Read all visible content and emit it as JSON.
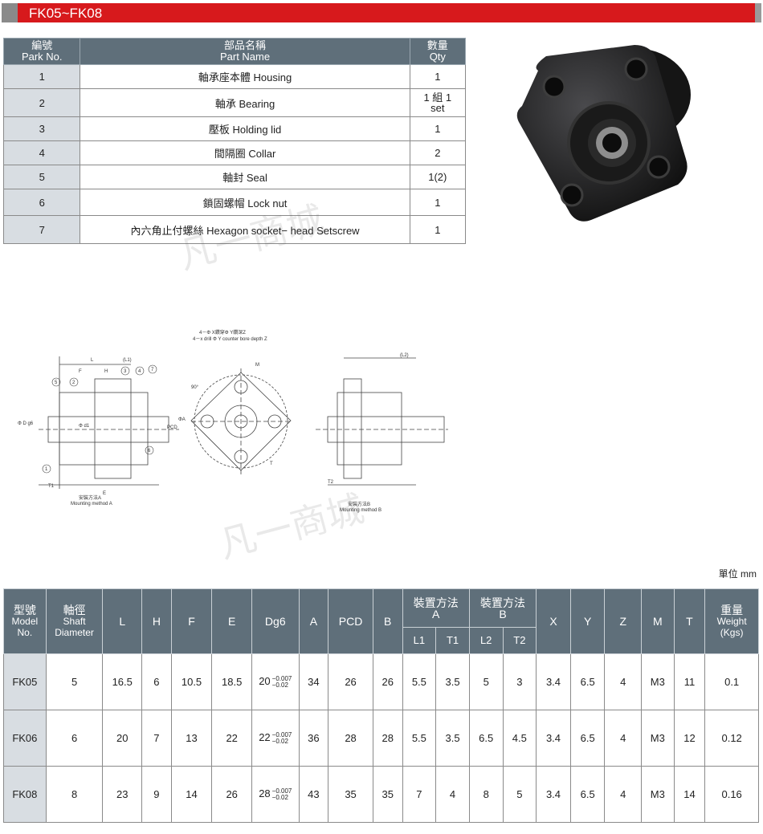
{
  "header": {
    "title": "FK05~FK08"
  },
  "parts_table": {
    "headers": {
      "no_zh": "編號",
      "no_en": "Park No.",
      "name_zh": "部品名稱",
      "name_en": "Part Name",
      "qty_zh": "數量",
      "qty_en": "Qty"
    },
    "rows": [
      {
        "no": "1",
        "name": "軸承座本體 Housing",
        "qty": "1"
      },
      {
        "no": "2",
        "name": "軸承 Bearing",
        "qty": "1 組 1 set"
      },
      {
        "no": "3",
        "name": "壓板 Holding lid",
        "qty": "1"
      },
      {
        "no": "4",
        "name": "間隔圈 Collar",
        "qty": "2"
      },
      {
        "no": "5",
        "name": "軸封 Seal",
        "qty": "1(2)"
      },
      {
        "no": "6",
        "name": "鎖固螺帽 Lock nut",
        "qty": "1"
      },
      {
        "no": "7",
        "name": "內六角止付螺絲 Hexagon socket− head Setscrew",
        "qty": "1"
      }
    ]
  },
  "drawing": {
    "hole_note_zh": "4－Φ X鑽穿Φ Y鑽深Z",
    "hole_note_en": "4－x drill Φ Y counter bore depth Z",
    "method_a_zh": "安裝方法A",
    "method_a_en": "Mounting method A",
    "method_b_zh": "安裝方法B",
    "method_b_en": "Mounting method B",
    "labels": [
      "L",
      "(L1)",
      "F",
      "H",
      "T1",
      "E",
      "(L2)",
      "T2",
      "M",
      "T",
      "PCD",
      "ΦA",
      "90°",
      "Φ D g6",
      "Φ d1"
    ],
    "callouts": [
      "1",
      "2",
      "3",
      "4",
      "5",
      "6",
      "7"
    ]
  },
  "watermark": {
    "text": "凡一商城"
  },
  "unit_label": "單位 mm",
  "spec_table": {
    "headers": {
      "model_zh": "型號",
      "model_en1": "Model",
      "model_en2": "No.",
      "shaft_zh": "軸徑",
      "shaft_en1": "Shaft",
      "shaft_en2": "Diameter",
      "L": "L",
      "H": "H",
      "F": "F",
      "E": "E",
      "Dg6": "Dg6",
      "A": "A",
      "PCD": "PCD",
      "B": "B",
      "mount_a_zh": "裝置方法",
      "mount_a_en": "A",
      "mount_b_zh": "裝置方法",
      "mount_b_en": "B",
      "L1": "L1",
      "T1": "T1",
      "L2": "L2",
      "T2": "T2",
      "X": "X",
      "Y": "Y",
      "Z": "Z",
      "M": "M",
      "T": "T",
      "weight_zh": "重量",
      "weight_en1": "Weight",
      "weight_en2": "(Kgs)"
    },
    "tolerance_upper": "−0.007",
    "tolerance_lower": "−0.02",
    "rows": [
      {
        "model": "FK05",
        "shaft": "5",
        "L": "16.5",
        "H": "6",
        "F": "10.5",
        "E": "18.5",
        "Dg6": "20",
        "A": "34",
        "PCD": "26",
        "B": "26",
        "L1": "5.5",
        "T1": "3.5",
        "L2": "5",
        "T2": "3",
        "X": "3.4",
        "Y": "6.5",
        "Z": "4",
        "M": "M3",
        "T": "11",
        "weight": "0.1"
      },
      {
        "model": "FK06",
        "shaft": "6",
        "L": "20",
        "H": "7",
        "F": "13",
        "E": "22",
        "Dg6": "22",
        "A": "36",
        "PCD": "28",
        "B": "28",
        "L1": "5.5",
        "T1": "3.5",
        "L2": "6.5",
        "T2": "4.5",
        "X": "3.4",
        "Y": "6.5",
        "Z": "4",
        "M": "M3",
        "T": "12",
        "weight": "0.12"
      },
      {
        "model": "FK08",
        "shaft": "8",
        "L": "23",
        "H": "9",
        "F": "14",
        "E": "26",
        "Dg6": "28",
        "A": "43",
        "PCD": "35",
        "B": "35",
        "L1": "7",
        "T1": "4",
        "L2": "8",
        "T2": "5",
        "X": "3.4",
        "Y": "6.5",
        "Z": "4",
        "M": "M3",
        "T": "14",
        "weight": "0.16"
      }
    ]
  },
  "colors": {
    "title_red": "#d7191c",
    "header_slate": "#5f6f7a",
    "row_label_bg": "#d8dde2"
  }
}
